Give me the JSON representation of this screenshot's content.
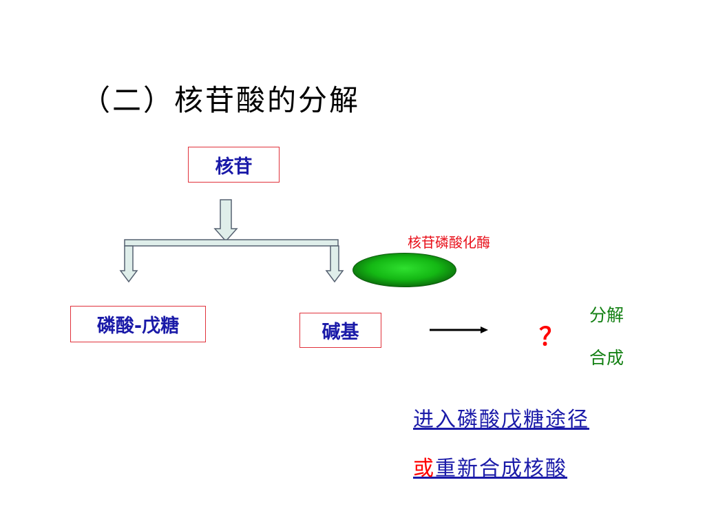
{
  "slide": {
    "title": "（二）核苷酸的分解",
    "nodes": {
      "nucleoside": "核苷",
      "ribose_phosphate": "磷酸-戊糖",
      "base": "碱基"
    },
    "enzyme": "核苷磷酸化酶",
    "question_mark": "？",
    "outcomes": {
      "degrade": "分解",
      "synthesize": "合成"
    },
    "notes": {
      "line1": "进入磷酸戊糖途径",
      "line2_prefix": "或",
      "line2_rest": "重新合成核酸"
    }
  }
}
